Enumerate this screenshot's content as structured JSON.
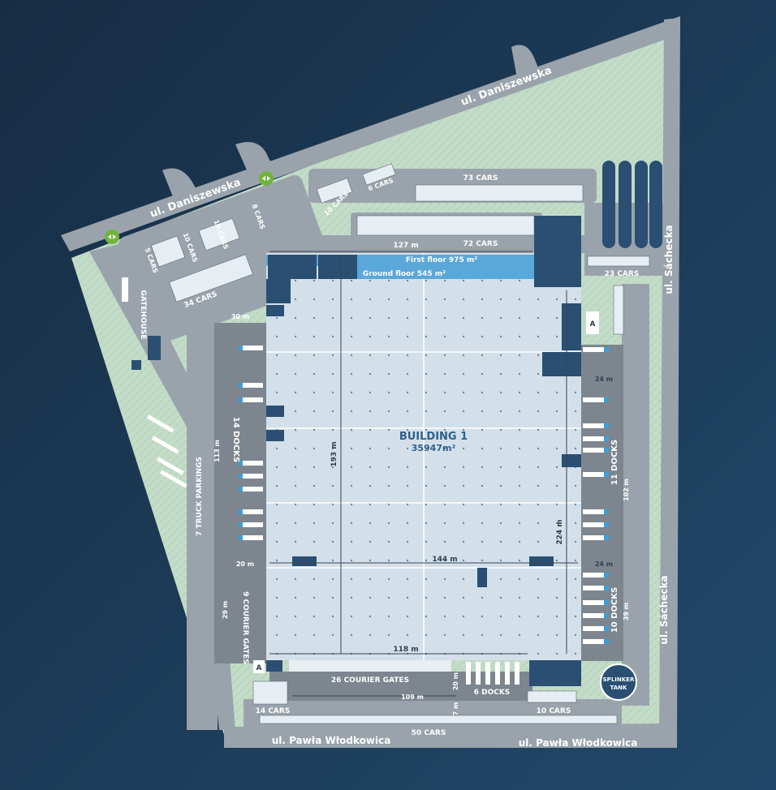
{
  "colors": {
    "background": "#1b3650",
    "green": "#bcd9c4",
    "road": "#9aa3ab",
    "yard": "#7d868e",
    "building": "#d3e0ea",
    "navy": "#2a4f72",
    "office": "#5aa7da",
    "accent_blue": "#3d9fd8",
    "gate_green": "#72b340"
  },
  "streets": {
    "daniszewska_top": "ul. Daniszewska",
    "daniszewska_left": "ul. Daniszewska",
    "sacheck_top": "ul. Sáchecka",
    "sacheck_bottom": "ul. Sáchecka",
    "wlodkowica_left": "ul. Pawła Włodkowica",
    "wlodkowica_right": "ul. Pawła Włodkowica"
  },
  "building": {
    "name": "BUILDING 1",
    "area": "35947m²",
    "first_floor": "First floor 975 m²",
    "ground_floor": "Ground floor 545 m²"
  },
  "dimensions": {
    "width_top": "127 m",
    "width_mid": "144 m",
    "width_bottom": "118 m",
    "height_left": "193 m",
    "height_right": "224 m",
    "courier_width": "109 m",
    "left_yard_depth_top": "30 m",
    "left_yard_depth_mid": "20 m",
    "left_yard_length": "113 m",
    "right_yard_depth_top": "24 m",
    "right_yard_depth_mid": "24 m",
    "right_yard_length": "102 m",
    "right_yard_lower_length": "39 m",
    "courier_yard_length": "29 m",
    "courier_bottom_depth": "20 m",
    "bottom_gap": "7 m"
  },
  "parking": {
    "cars_73": "73 CARS",
    "cars_72": "72 CARS",
    "cars_23": "23 CARS",
    "cars_6": "6 CARS",
    "cars_10_top": "10 CARS",
    "cars_5": "5 CARS",
    "cars_10_a": "10 CARS",
    "cars_10_b": "10 CARS",
    "cars_8": "8 CARS",
    "cars_34": "34 CARS",
    "cars_14": "14 CARS",
    "cars_10_bottom": "10 CARS",
    "cars_50": "50 CARS"
  },
  "docks": {
    "left": "14 DOCKS",
    "right_upper": "11 DOCKS",
    "right_lower": "10 DOCKS",
    "bottom": "6 DOCKS",
    "courier_bottom": "26 COURIER GATES",
    "courier_left": "9 COURIER GATES",
    "truck_parking": "7 TRUCK PARKINGS"
  },
  "misc": {
    "gatehouse": "GATEHOUSE",
    "sprinkler_line1": "SPLINKER",
    "sprinkler_line2": "TANK",
    "marker_a": "A"
  }
}
